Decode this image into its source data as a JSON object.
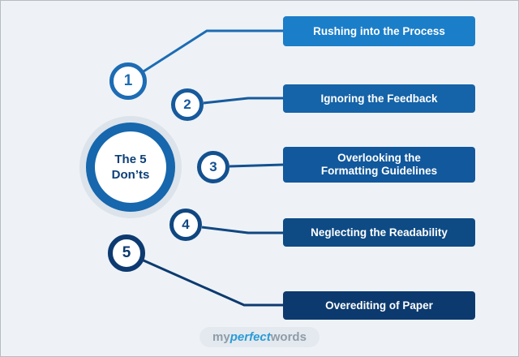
{
  "title": {
    "line1": "The 5",
    "line2": "Don’ts"
  },
  "items": [
    {
      "number": "1",
      "label": "Rushing into the Process",
      "color": "#1b7ec9",
      "ring_color": "#1d6cb4"
    },
    {
      "number": "2",
      "label": "Ignoring the Feedback",
      "color": "#1563a8",
      "ring_color": "#175a9d"
    },
    {
      "number": "3",
      "label": "Overlooking the Formatting Guidelines",
      "color": "#11589c",
      "ring_color": "#135190"
    },
    {
      "number": "4",
      "label": "Neglecting the Readability",
      "color": "#0e4b85",
      "ring_color": "#104781"
    },
    {
      "number": "5",
      "label": "Overediting of Paper",
      "color": "#0c3a6e",
      "ring_color": "#0d3a70"
    }
  ],
  "logo": {
    "part1": "my",
    "part2": "perfect",
    "part3": "words"
  },
  "colors": {
    "background": "#eef2f6",
    "center_ring": "#1667ad",
    "center_outer_ring": "#dce3eb",
    "center_text": "#0e3f77",
    "label_text": "#ffffff",
    "logo_blue": "#2a9bd6",
    "logo_gray": "#8e9ca8"
  }
}
